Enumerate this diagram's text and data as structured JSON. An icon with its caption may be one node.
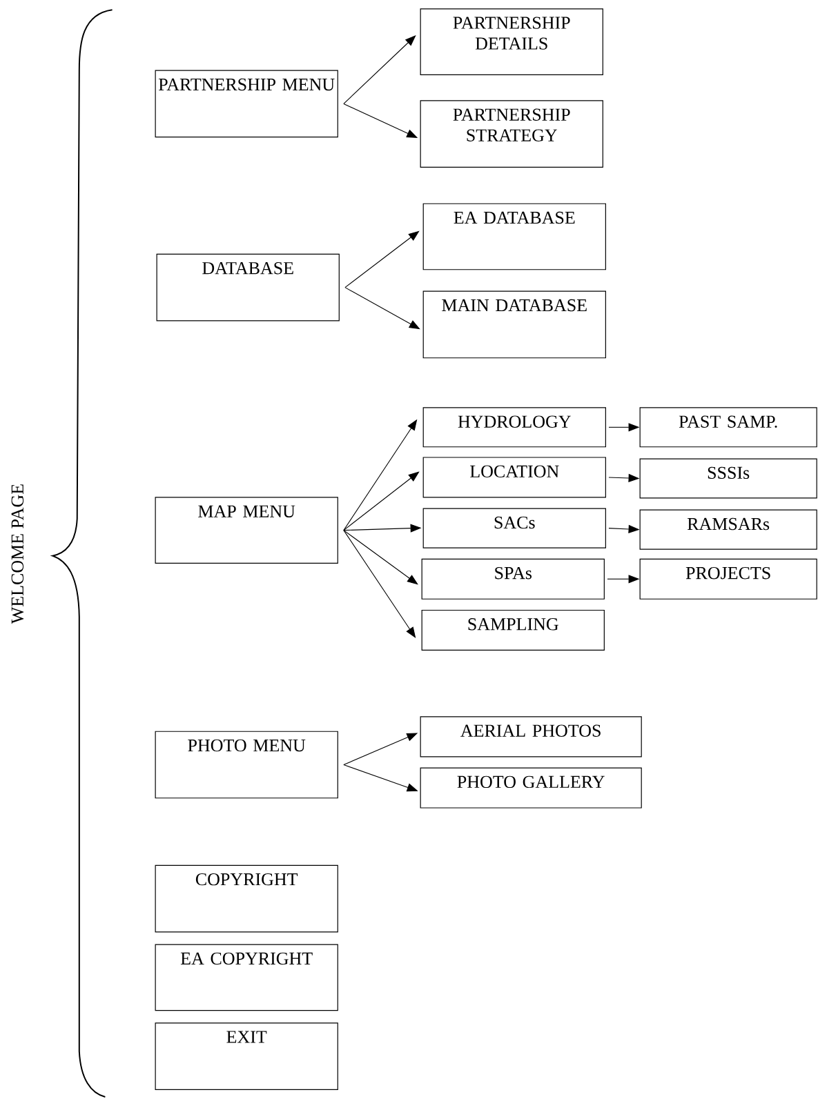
{
  "diagram": {
    "nodes": [
      {
        "text": [
          "PARTNERSHIP MENU"
        ]
      },
      {
        "text": [
          "PARTNERSHIP DETAILS"
        ]
      },
      {
        "text": [
          "PARTNERSHIP STRATEGY"
        ]
      },
      {
        "text": [
          "DATABASE"
        ]
      },
      {
        "text": [
          "EA DATABASE"
        ]
      },
      {
        "text": [
          "MAIN DATABASE"
        ]
      },
      {
        "text": [
          "MAP MENU"
        ]
      },
      {
        "text": [
          "HYDROLOGY"
        ]
      },
      {
        "text": [
          "PAST SAMP."
        ]
      },
      {
        "text": [
          "LOCATION"
        ]
      },
      {
        "text": [
          "SSSIs"
        ]
      },
      {
        "text": [
          "SACs"
        ]
      },
      {
        "text": [
          "RAMSARs"
        ]
      },
      {
        "text": [
          "SPAs"
        ]
      },
      {
        "text": [
          "PROJECTS"
        ]
      },
      {
        "text": [
          "SAMPLING"
        ]
      },
      {
        "text": [
          "PHOTO MENU"
        ]
      },
      {
        "text": [
          "AERIAL PHOTOS"
        ]
      },
      {
        "text": [
          "PHOTO GALLERY"
        ]
      },
      {
        "text": [
          "COPYRIGHT"
        ]
      },
      {
        "text": [
          "EA COPYRIGHT"
        ]
      },
      {
        "text": [
          "EXIT"
        ]
      }
    ],
    "edges": [
      {
        "from": 0,
        "to": 1,
        "arrow": "to"
      },
      {
        "from": 0,
        "to": 2,
        "arrow": "to"
      },
      {
        "from": 3,
        "to": 4,
        "arrow": "to"
      },
      {
        "from": 3,
        "to": 5,
        "arrow": "to"
      },
      {
        "from": 6,
        "to": 7,
        "arrow": "to"
      },
      {
        "from": 6,
        "to": 9,
        "arrow": "to"
      },
      {
        "from": 6,
        "to": 11,
        "arrow": "to"
      },
      {
        "from": 6,
        "to": 13,
        "arrow": "to"
      },
      {
        "from": 6,
        "to": 15,
        "arrow": "to"
      },
      {
        "from": 7,
        "to": 8,
        "arrow": "to"
      },
      {
        "from": 9,
        "to": 10,
        "arrow": "to"
      },
      {
        "from": 11,
        "to": 12,
        "arrow": "to"
      },
      {
        "from": 13,
        "to": 14,
        "arrow": "to"
      },
      {
        "from": 16,
        "to": 17,
        "arrow": "to"
      },
      {
        "from": 16,
        "to": 18,
        "arrow": "to"
      }
    ],
    "labels": [
      "WELCOME PAGE"
    ]
  }
}
